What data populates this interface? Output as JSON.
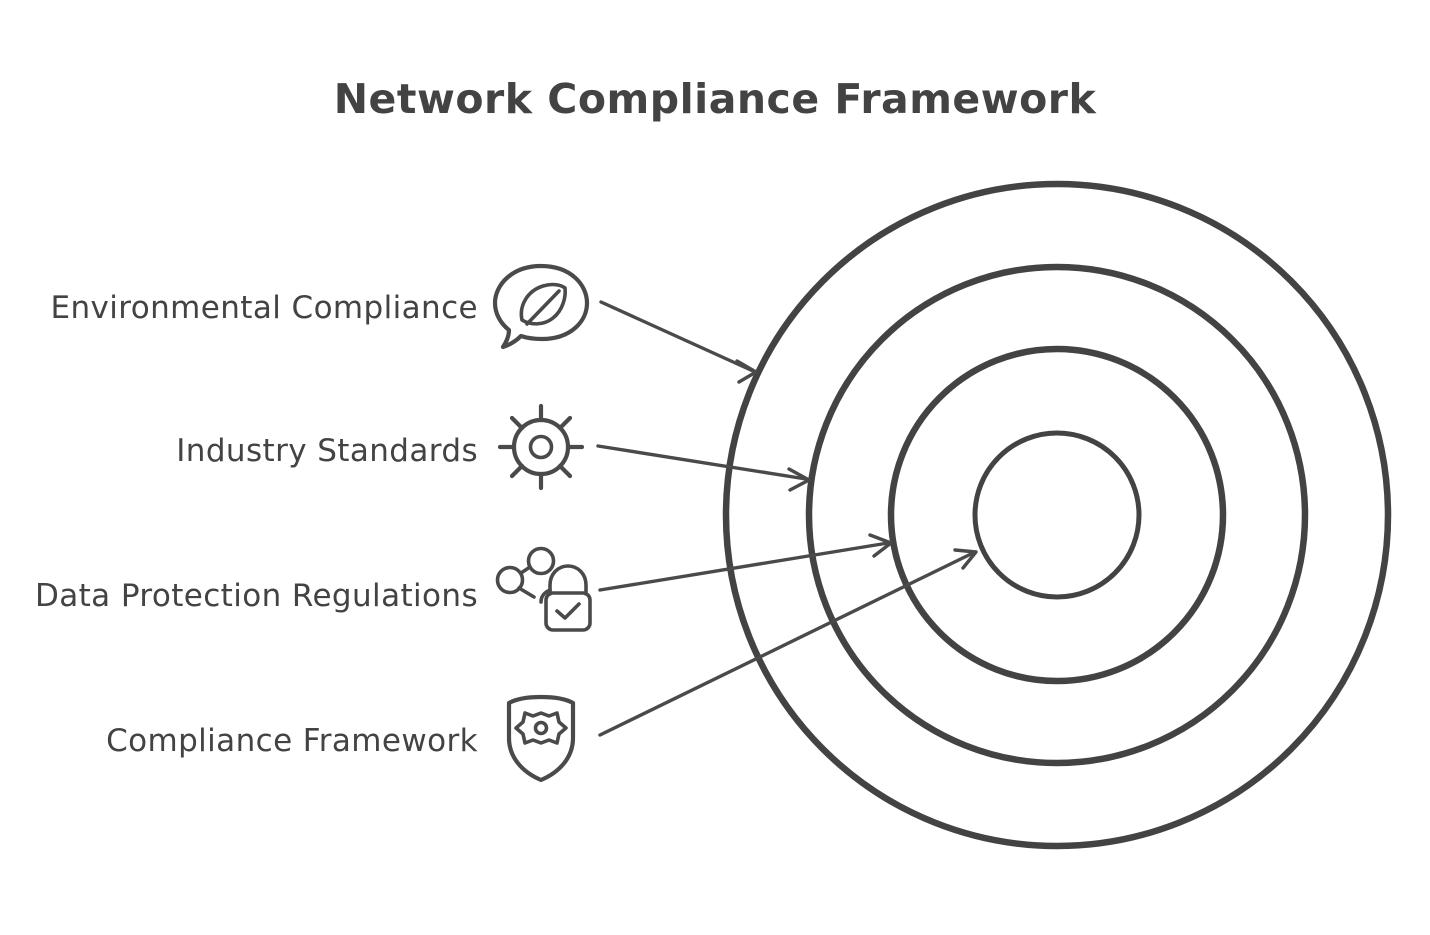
{
  "diagram": {
    "title": "Network Compliance Framework",
    "type": "concentric-circles",
    "accent_color": "#434343",
    "background_color": "#ffffff",
    "items": [
      {
        "label": "Environmental Compliance",
        "icon": "leaf-speech-bubble-icon",
        "ring_index": 1,
        "ring_name": "outer-ring"
      },
      {
        "label": "Industry Standards",
        "icon": "sun-radial-icon",
        "ring_index": 2,
        "ring_name": "second-ring"
      },
      {
        "label": "Data Protection Regulations",
        "icon": "share-lock-icon",
        "ring_index": 3,
        "ring_name": "third-ring"
      },
      {
        "label": "Compliance Framework",
        "icon": "shield-gear-icon",
        "ring_index": 4,
        "ring_name": "core-circle"
      }
    ],
    "rings": [
      {
        "name": "outer-ring",
        "radius": 331
      },
      {
        "name": "second-ring",
        "radius": 248
      },
      {
        "name": "third-ring",
        "radius": 166
      },
      {
        "name": "core-circle",
        "radius": 82
      }
    ]
  }
}
